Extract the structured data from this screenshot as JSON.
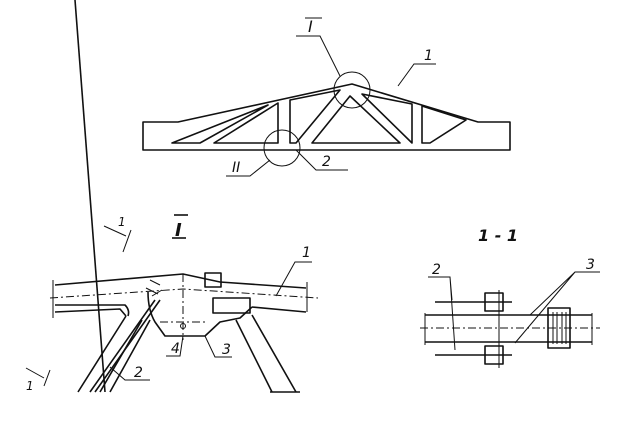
{
  "truss_view": {
    "callout_node_1": "I",
    "callout_node_2": "II",
    "label_top_chord": "1",
    "label_brace": "2"
  },
  "detail_I": {
    "title": "I",
    "section_mark_top": "1",
    "section_mark_bottom": "1",
    "label_chord": "1",
    "label_brace": "2",
    "label_gusset": "3",
    "label_hole": "4"
  },
  "section_1_1": {
    "title": "1 - 1",
    "label_brace": "2",
    "label_gusset": "3"
  }
}
